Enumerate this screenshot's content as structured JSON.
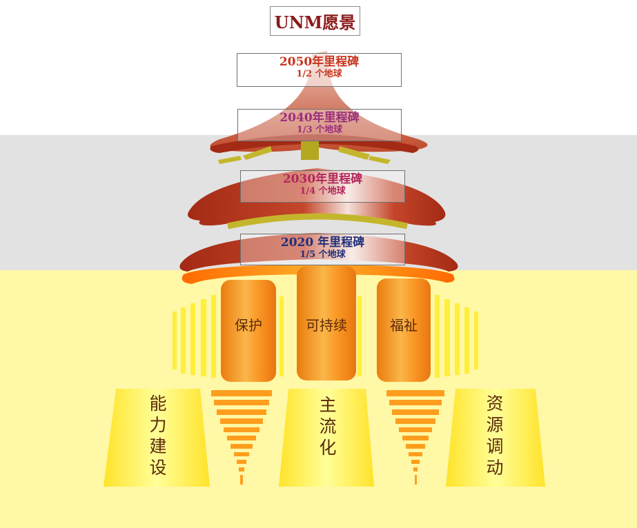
{
  "title": "UNM愿景",
  "milestones": [
    {
      "year": "2050年里程碑",
      "sub": "1/2 个地球",
      "color": "#c8341c"
    },
    {
      "year": "2040年里程碑",
      "sub": "1/3 个地球",
      "color": "#9a2f7e"
    },
    {
      "year": "2030年里程碑",
      "sub": "1/4 个地球",
      "color": "#b1265c"
    },
    {
      "year": "2020 年里程碑",
      "sub": "1/5 个地球",
      "color": "#1f2f7a"
    }
  ],
  "pillars": [
    "保护",
    "可持续",
    "福祉"
  ],
  "foundations": [
    "能力建设",
    "主流化",
    "资源调动"
  ],
  "colors": {
    "roof": "#a8301a",
    "pillar": "#f39018",
    "base": "#ffee3a",
    "ring": "#b9ae2c"
  }
}
